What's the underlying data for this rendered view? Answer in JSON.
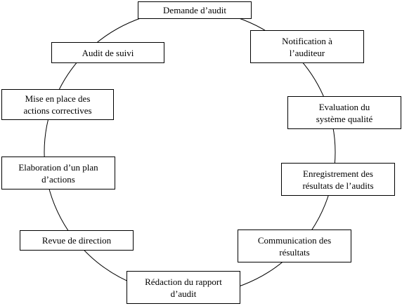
{
  "diagram": {
    "steps": [
      {
        "id": "demande",
        "label": "Demande d’audit"
      },
      {
        "id": "notification",
        "label": "Notification à\nl’auditeur"
      },
      {
        "id": "evaluation",
        "label": "Evaluation du\nsystème qualité"
      },
      {
        "id": "enregistrement",
        "label": "Enregistrement des\nrésultats de l’audits"
      },
      {
        "id": "communication",
        "label": "Communication des\nrésultats"
      },
      {
        "id": "redaction",
        "label": "Rédaction du rapport\nd’audit"
      },
      {
        "id": "revue",
        "label": "Revue de direction"
      },
      {
        "id": "elaboration",
        "label": "Elaboration d’un plan\nd’actions"
      },
      {
        "id": "mise",
        "label": "Mise en place des\nactions correctives"
      },
      {
        "id": "suivi",
        "label": "Audit de suivi"
      }
    ],
    "colors": {
      "line": "#000000",
      "box_border": "#000000",
      "background": "#ffffff",
      "text": "#000000"
    }
  }
}
